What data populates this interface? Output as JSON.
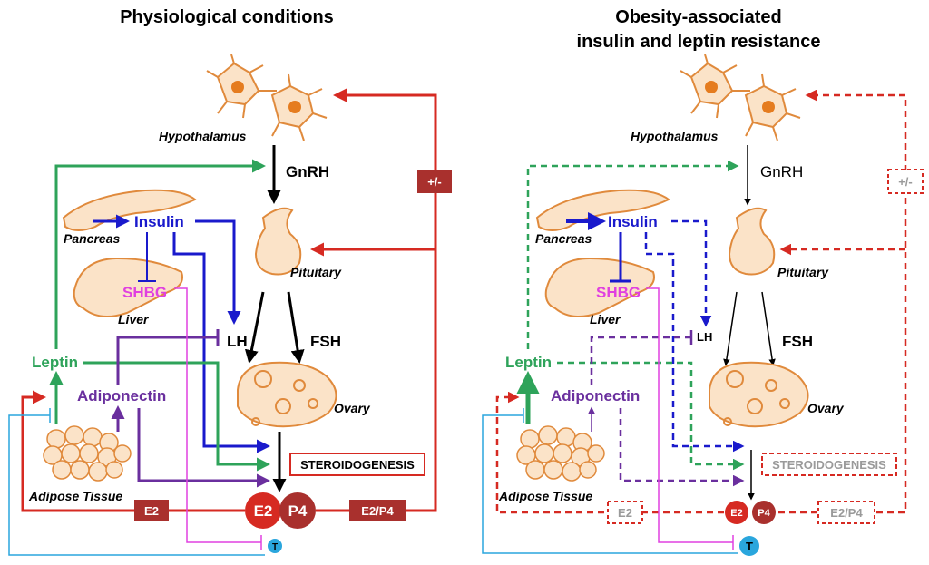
{
  "panels": {
    "left": {
      "title": "Physiological conditions",
      "hypothalamus": "Hypothalamus",
      "gnrh": "GnRH",
      "pancreas": "Pancreas",
      "insulin": "Insulin",
      "pituitary": "Pituitary",
      "shbg": "SHBG",
      "liver": "Liver",
      "lh": "LH",
      "fsh": "FSH",
      "leptin": "Leptin",
      "adiponectin": "Adiponectin",
      "ovary": "Ovary",
      "steroidogenesis": "STEROIDOGENESIS",
      "adipose": "Adipose Tissue",
      "e2_box": "E2",
      "e2": "E2",
      "p4": "P4",
      "e2p4": "E2/P4",
      "feedback": "+/-",
      "t": "T"
    },
    "right": {
      "title_line1": "Obesity-associated",
      "title_line2": "insulin and leptin resistance",
      "hypothalamus": "Hypothalamus",
      "gnrh": "GnRH",
      "pancreas": "Pancreas",
      "insulin": "Insulin",
      "pituitary": "Pituitary",
      "shbg": "SHBG",
      "liver": "Liver",
      "lh": "LH",
      "fsh": "FSH",
      "leptin": "Leptin",
      "adiponectin": "Adiponectin",
      "ovary": "Ovary",
      "steroidogenesis": "STEROIDOGENESIS",
      "adipose": "Adipose Tissue",
      "e2_box": "E2",
      "e2": "E2",
      "p4": "P4",
      "e2p4": "E2/P4",
      "feedback": "+/-",
      "t": "T"
    }
  },
  "colors": {
    "red": "#d62a22",
    "darkred": "#a9302d",
    "green": "#2ea35a",
    "blue": "#1a1acc",
    "purple": "#6a2f9e",
    "magenta": "#e040e0",
    "cyan": "#2aa6dd",
    "organ_fill": "#fbe3c8",
    "organ_stroke": "#e08a3c",
    "gray": "#9a9a9a"
  }
}
